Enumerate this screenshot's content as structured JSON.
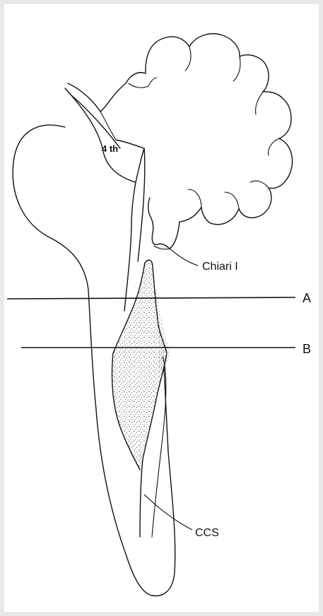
{
  "figure": {
    "labels": {
      "fourth_ventricle": "4 th",
      "chiari": "Chiari I",
      "line_a": "A",
      "line_b": "B",
      "ccs": "CCS"
    },
    "colors": {
      "ink": "#111111",
      "background": "#ffffff",
      "border": "#e9e9e7",
      "stipple": "#444444"
    }
  }
}
